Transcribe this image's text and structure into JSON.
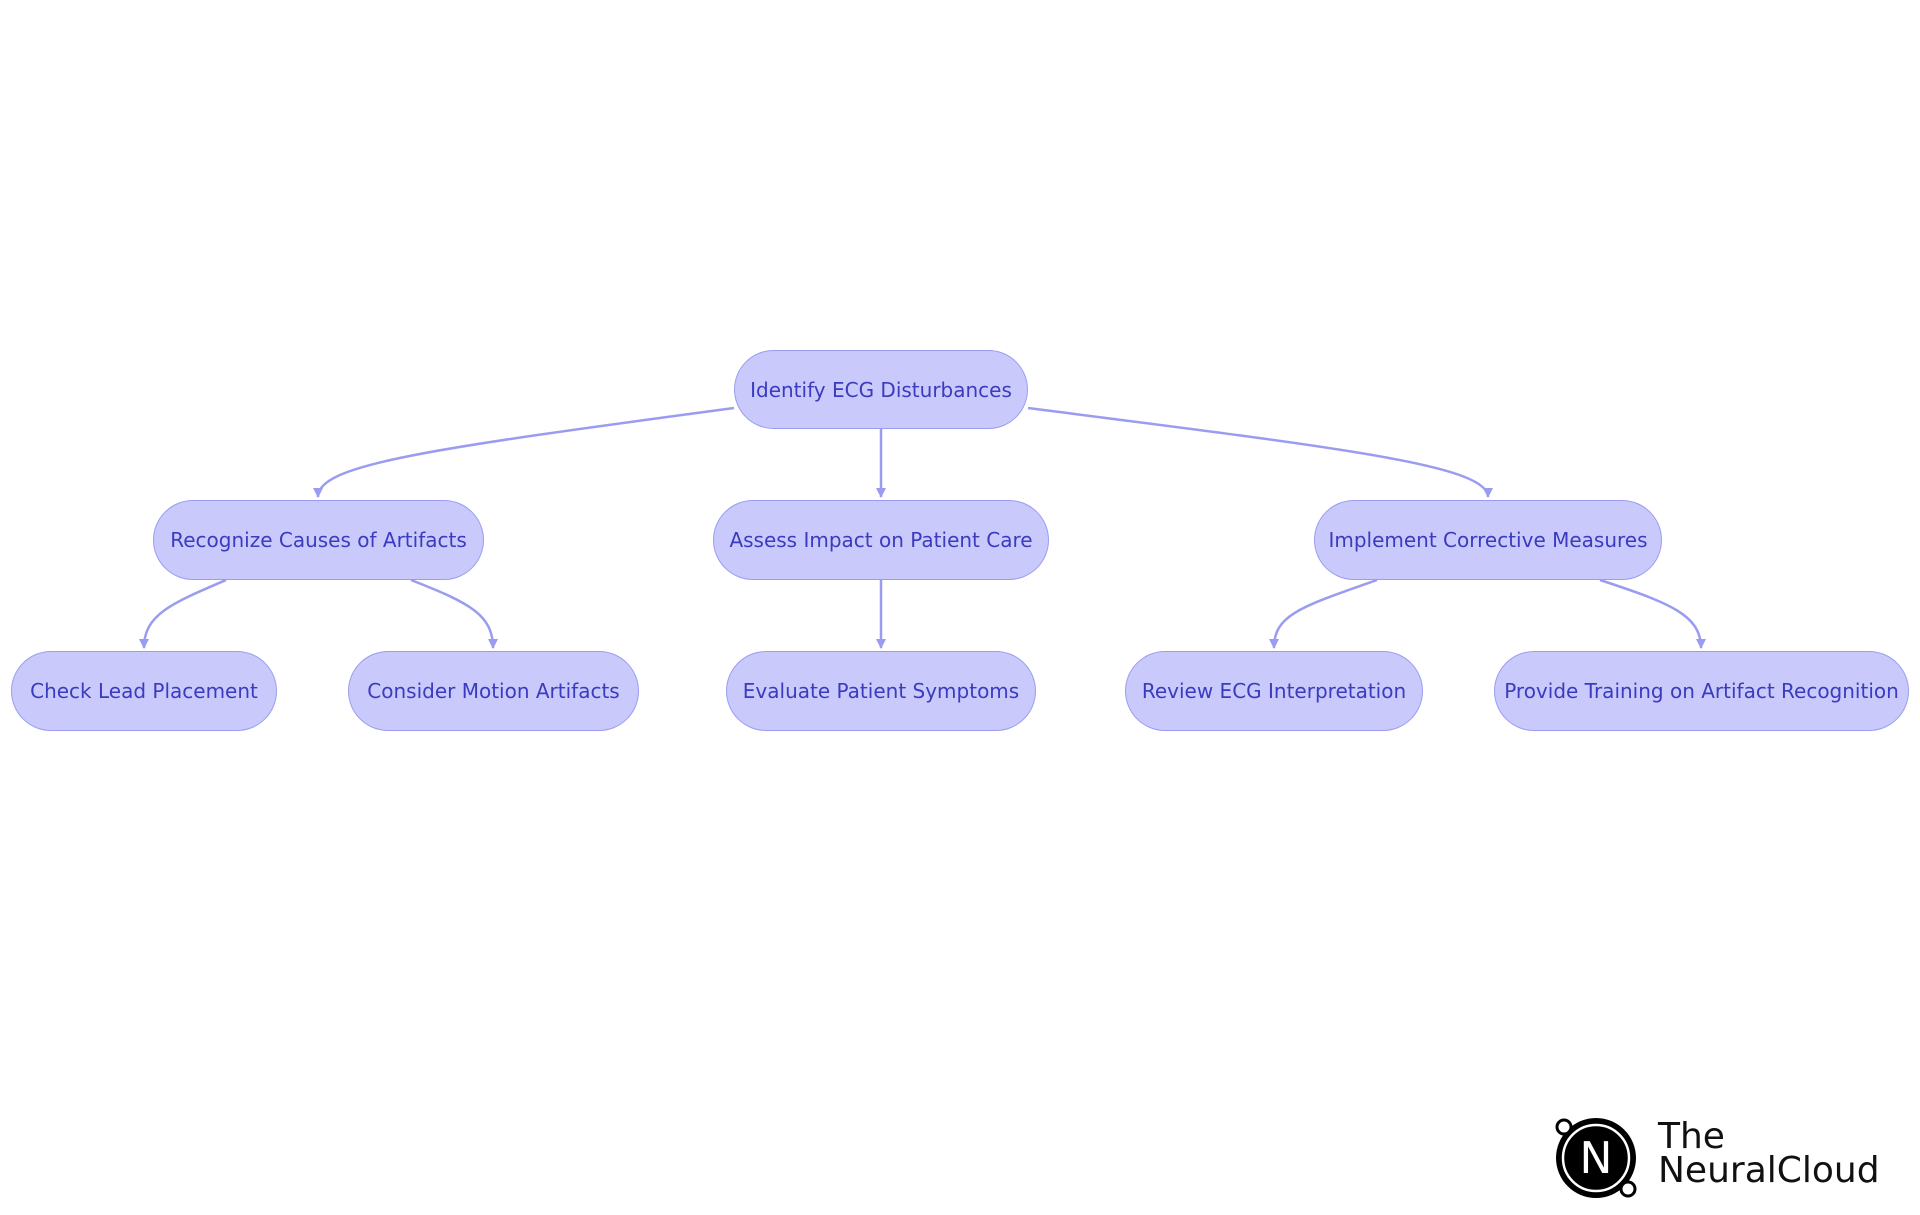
{
  "diagram": {
    "root": "Identify ECG Disturbances",
    "level1": [
      "Recognize Causes of Artifacts",
      "Assess Impact on Patient Care",
      "Implement Corrective Measures"
    ],
    "level2": [
      "Check Lead Placement",
      "Consider Motion Artifacts",
      "Evaluate Patient Symptoms",
      "Review ECG Interpretation",
      "Provide Training on Artifact Recognition"
    ],
    "edges": [
      [
        "Identify ECG Disturbances",
        "Recognize Causes of Artifacts"
      ],
      [
        "Identify ECG Disturbances",
        "Assess Impact on Patient Care"
      ],
      [
        "Identify ECG Disturbances",
        "Implement Corrective Measures"
      ],
      [
        "Recognize Causes of Artifacts",
        "Check Lead Placement"
      ],
      [
        "Recognize Causes of Artifacts",
        "Consider Motion Artifacts"
      ],
      [
        "Assess Impact on Patient Care",
        "Evaluate Patient Symptoms"
      ],
      [
        "Implement Corrective Measures",
        "Review ECG Interpretation"
      ],
      [
        "Implement Corrective Measures",
        "Provide Training on Artifact Recognition"
      ]
    ]
  },
  "logo": {
    "line1": "The",
    "line2": "NeuralCloud",
    "icon_letter": "N"
  },
  "colors": {
    "node_fill": "#c9cafb",
    "node_border": "#9a9cf0",
    "node_text": "#3a3bbf",
    "edge": "#9a9cf0"
  }
}
